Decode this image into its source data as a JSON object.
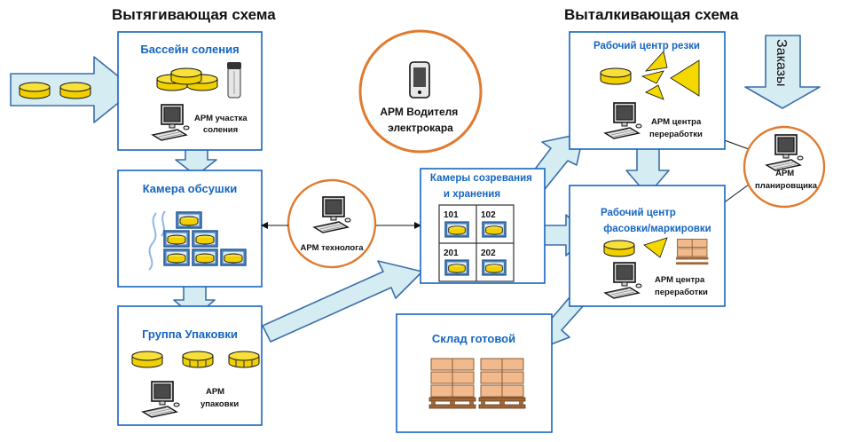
{
  "headings": {
    "pull": "Вытягивающая схема",
    "push": "Выталкивающая схема"
  },
  "orders_label": "Заказы",
  "boxes": {
    "salting": {
      "title": "Бассейн соления",
      "arm": [
        "АРМ участка",
        "соления"
      ]
    },
    "drying": {
      "title": "Камера обсушки"
    },
    "packing": {
      "title": "Группа Упаковки",
      "arm": [
        "АРМ",
        "упаковки"
      ]
    },
    "ripening": {
      "title": [
        "Камеры созревания",
        "и хранения"
      ],
      "cells": [
        "101",
        "102",
        "201",
        "202"
      ]
    },
    "warehouse": {
      "title": "Склад готовой"
    },
    "cutting": {
      "title": "Рабочий центр резки",
      "arm": [
        "АРМ центра",
        "переработки"
      ]
    },
    "packaging": {
      "title": [
        "Рабочий центр",
        "фасовки/маркировки"
      ],
      "arm": [
        "АРМ центра",
        "переработки"
      ]
    }
  },
  "roles": {
    "driver": [
      "АРМ Водителя",
      "электрокара"
    ],
    "technologist": [
      "АРМ технолога"
    ],
    "planner": [
      "АРМ",
      "планировщика"
    ]
  },
  "colors": {
    "box_border": "#1565c0",
    "title_blue": "#1565c0",
    "role_circle": "#e07a2e",
    "arrow_fill": "#d6ecf3",
    "arrow_stroke": "#3a6fa8",
    "cheese": "#f4d800"
  }
}
